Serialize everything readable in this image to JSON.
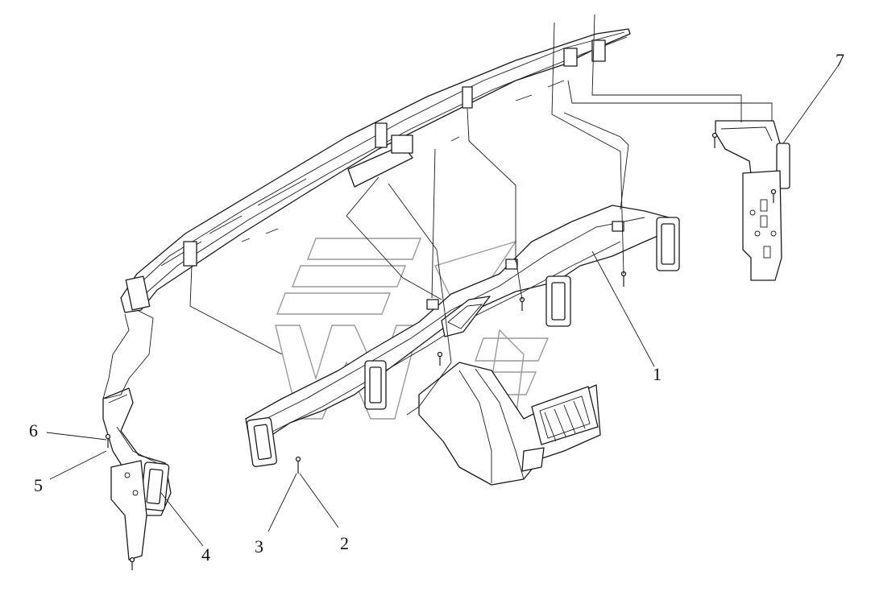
{
  "diagram": {
    "type": "exploded-parts-drawing",
    "callouts": [
      {
        "id": "callout-1",
        "label": "1"
      },
      {
        "id": "callout-2",
        "label": "2"
      },
      {
        "id": "callout-3",
        "label": "3"
      },
      {
        "id": "callout-4",
        "label": "4"
      },
      {
        "id": "callout-5",
        "label": "5"
      },
      {
        "id": "callout-6",
        "label": "6"
      },
      {
        "id": "callout-7",
        "label": "7"
      }
    ],
    "colors": {
      "line": "#1a1a1a",
      "background": "#ffffff",
      "watermark": "#9a9a9a",
      "shade": "#d9d9d9"
    }
  }
}
